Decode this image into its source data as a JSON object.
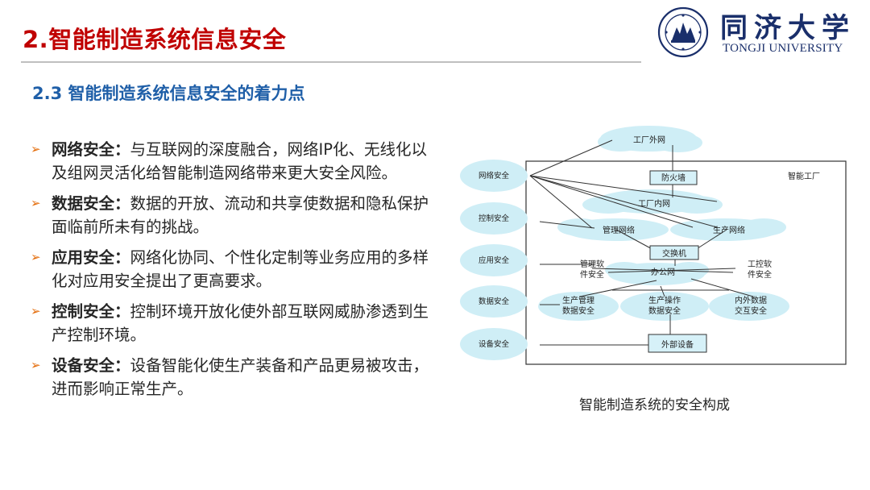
{
  "header": {
    "title": "2.智能制造系统信息安全",
    "logo_cn": "同济大学",
    "logo_en": "TONGJI UNIVERSITY",
    "seal_text": "TONGJI UNIVERSITY 1907"
  },
  "subtitle": "2.3 智能制造系统信息安全的着力点",
  "bullets": [
    {
      "term": "网络安全：",
      "text": "与互联网的深度融合，网络IP化、无线化以及组网灵活化给智能制造网络带来更大安全风险。"
    },
    {
      "term": "数据安全：",
      "text": "数据的开放、流动和共享使数据和隐私保护面临前所未有的挑战。"
    },
    {
      "term": "应用安全：",
      "text": "网络化协同、个性化定制等业务应用的多样化对应用安全提出了更高要求。"
    },
    {
      "term": "控制安全：",
      "text": "控制环境开放化使外部互联网威胁渗透到生产控制环境。"
    },
    {
      "term": "设备安全：",
      "text": "设备智能化使生产装备和产品更易被攻击，进而影响正常生产。"
    }
  ],
  "diagram": {
    "factory_outside_net": "工厂外网",
    "firewall": "防火墙",
    "smart_factory": "智能工厂",
    "factory_inner_net": "工厂内网",
    "mgmt_network": "管理网络",
    "prod_network": "生产网络",
    "switch": "交换机",
    "office_net": "办公网",
    "mgmt_software": [
      "管理软",
      "件安全"
    ],
    "industrial_software": [
      "工控软",
      "件安全"
    ],
    "prod_mgmt_data": [
      "生产管理",
      "数据安全"
    ],
    "prod_op_data": [
      "生产操作",
      "数据安全"
    ],
    "internal_external_data": [
      "内外数据",
      "交互安全"
    ],
    "external_device": "外部设备",
    "security_ovals": [
      "网络安全",
      "控制安全",
      "应用安全",
      "数据安全",
      "设备安全"
    ]
  },
  "caption": "智能制造系统的安全构成"
}
